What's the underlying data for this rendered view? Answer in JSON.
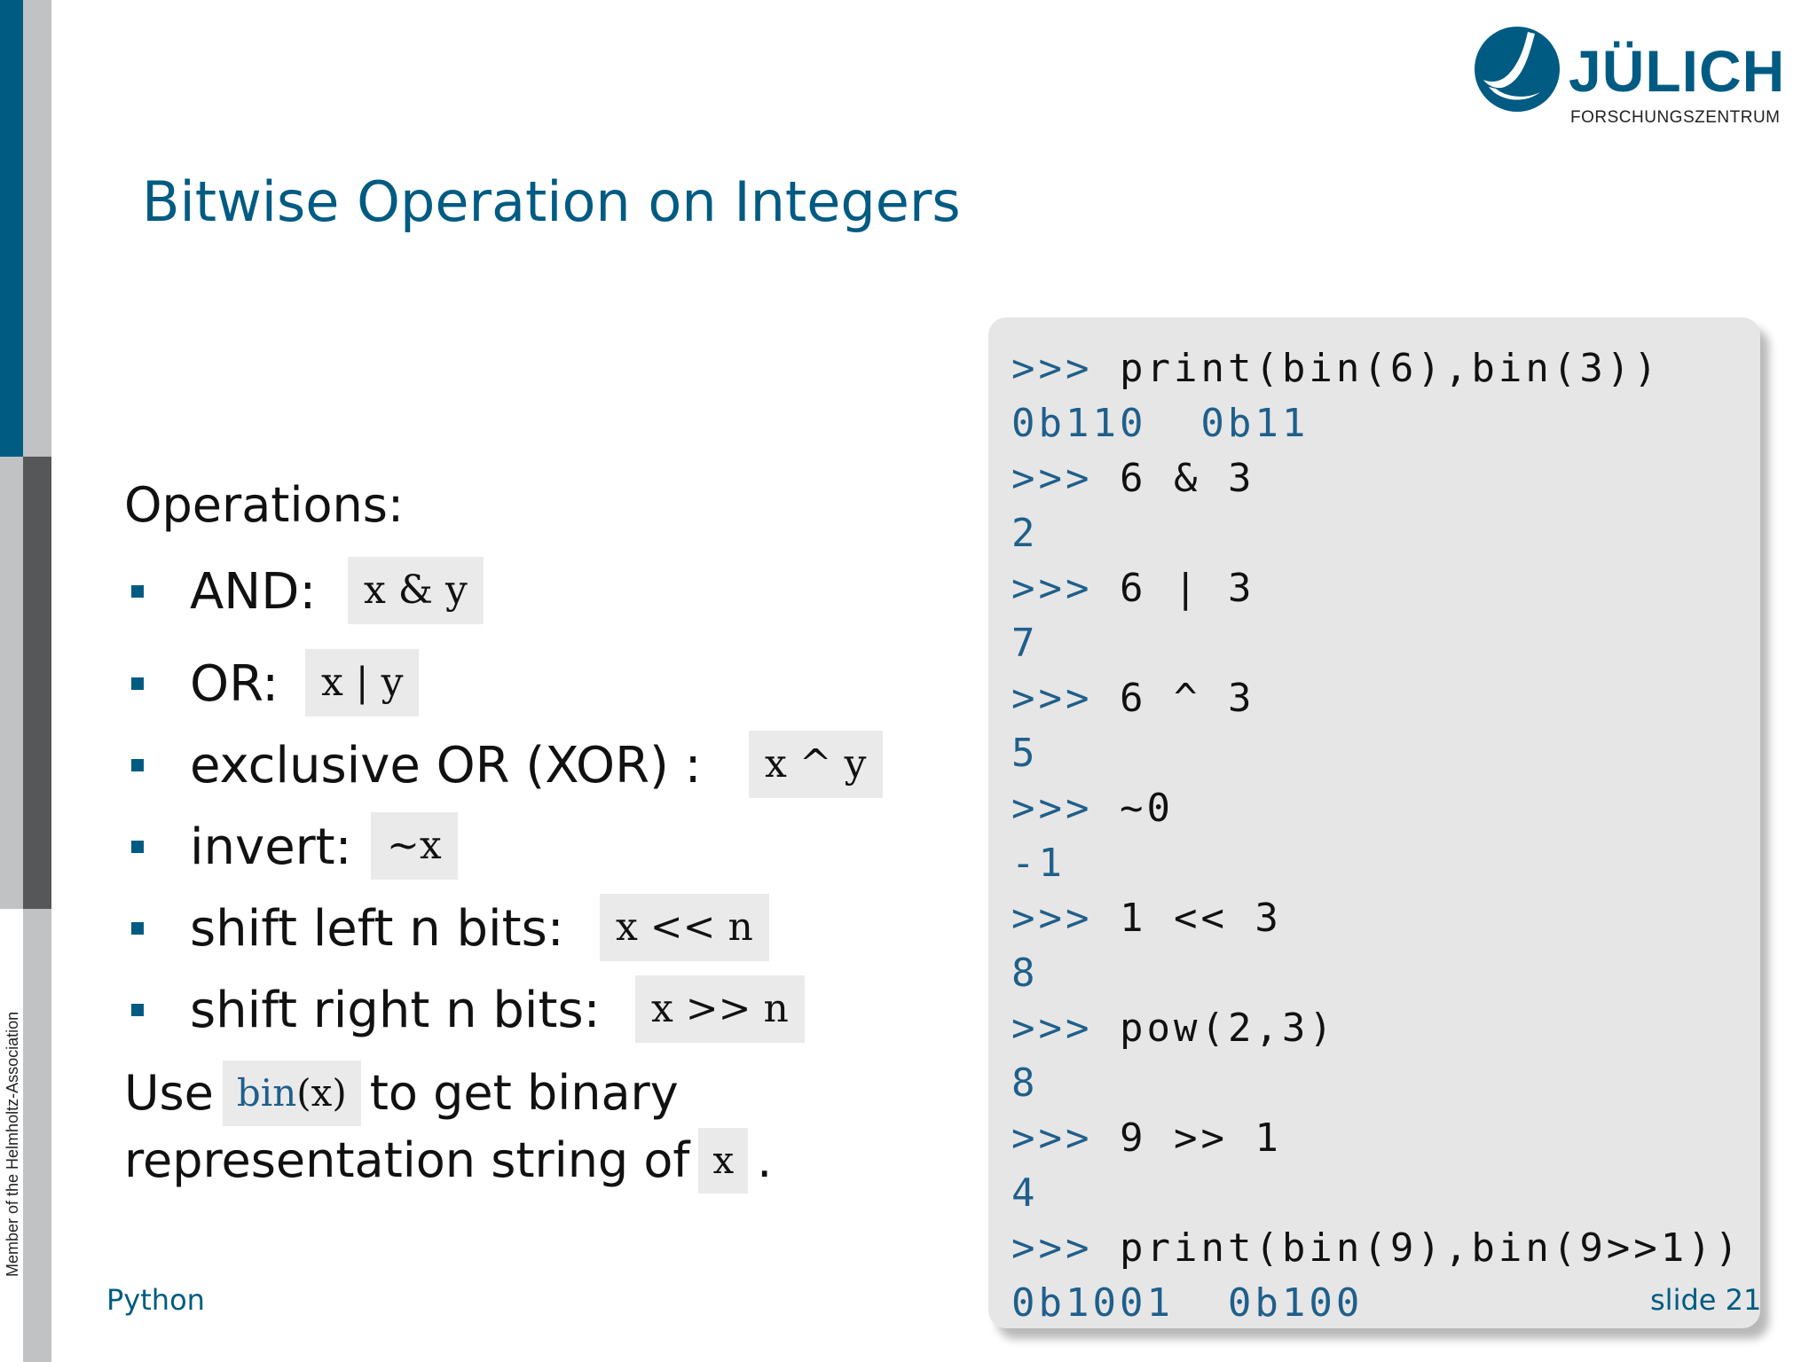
{
  "sidebar": {
    "member_text": "Member of the Helmholtz-Association"
  },
  "logo": {
    "brand": "JÜLICH",
    "subtitle": "FORSCHUNGSZENTRUM",
    "icon": "juelich-logo-icon"
  },
  "slide": {
    "title": "Bitwise Operation on Integers",
    "operations_heading": "Operations:",
    "operations": [
      {
        "label": "AND",
        "sep": ":",
        "code": "x & y"
      },
      {
        "label": "OR",
        "sep": ":",
        "code": "x | y"
      },
      {
        "label": "exclusive OR (XOR)",
        "sep": " :",
        "code": "x ^ y"
      },
      {
        "label": "invert",
        "sep": ":",
        "code": "~x"
      },
      {
        "label": "shift left n bits",
        "sep": ":",
        "code": "x << n"
      },
      {
        "label": "shift right n bits",
        "sep": ":",
        "code": "x >> n"
      }
    ],
    "use_text": {
      "part1": "Use",
      "code_fn": "bin",
      "code_arg": "(x)",
      "part2": "to get binary",
      "part3": "representation string of",
      "code_var": "x",
      "part4": "."
    }
  },
  "code_box": {
    "lines": [
      {
        "prompt": ">>>",
        "code": "print(bin(6),bin(3))",
        "type": "input"
      },
      {
        "text": "0b110  0b11",
        "type": "output"
      },
      {
        "prompt": ">>>",
        "code": "6 & 3",
        "type": "input"
      },
      {
        "text": "2",
        "type": "output"
      },
      {
        "prompt": ">>>",
        "code": "6 | 3",
        "type": "input"
      },
      {
        "text": "7",
        "type": "output"
      },
      {
        "prompt": ">>>",
        "code": "6 ^ 3",
        "type": "input"
      },
      {
        "text": "5",
        "type": "output"
      },
      {
        "prompt": ">>>",
        "code": "~0",
        "type": "input"
      },
      {
        "text": "-1",
        "type": "output"
      },
      {
        "prompt": ">>>",
        "code": "1 << 3",
        "type": "input"
      },
      {
        "text": "8",
        "type": "output"
      },
      {
        "prompt": ">>>",
        "code": "pow(2,3)",
        "type": "input"
      },
      {
        "text": "8",
        "type": "output"
      },
      {
        "prompt": ">>>",
        "code": "9 >> 1",
        "type": "input"
      },
      {
        "text": "4",
        "type": "output"
      },
      {
        "prompt": ">>>",
        "code": "print(bin(9),bin(9>>1))",
        "type": "input"
      },
      {
        "text": "0b1001  0b100",
        "type": "output"
      }
    ]
  },
  "footer": {
    "left": "Python",
    "right": "slide 21"
  },
  "colors": {
    "accent": "#005b82",
    "code_bg": "#e6e6e6",
    "inline_code_bg": "#eaeaea"
  }
}
